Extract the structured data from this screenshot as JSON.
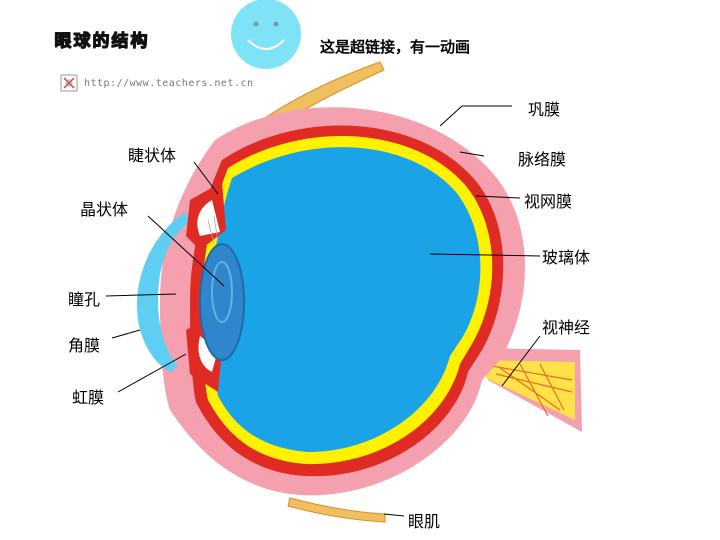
{
  "title": "眼球的结构",
  "hyperlink_note": "这是超链接，有一动画",
  "watermark_url": "http://www.teachers.net.cn",
  "labels": {
    "sclera": "巩膜",
    "choroid": "脉络膜",
    "retina": "视网膜",
    "vitreous": "玻璃体",
    "optic_nerve": "视神经",
    "eye_muscle": "眼肌",
    "ciliary_body": "睫状体",
    "lens": "晶状体",
    "pupil": "瞳孔",
    "cornea": "角膜",
    "iris": "虹膜"
  },
  "colors": {
    "sclera": "#f4a0ae",
    "choroid": "#e02a24",
    "retina": "#fff200",
    "vitreous": "#1ba3e8",
    "cornea": "#5ecff2",
    "lens": "#2f86cc",
    "muscle": "#f0c060",
    "smiley": "#7fe3f7"
  },
  "icons": [
    "smiley-icon",
    "link-icon"
  ]
}
